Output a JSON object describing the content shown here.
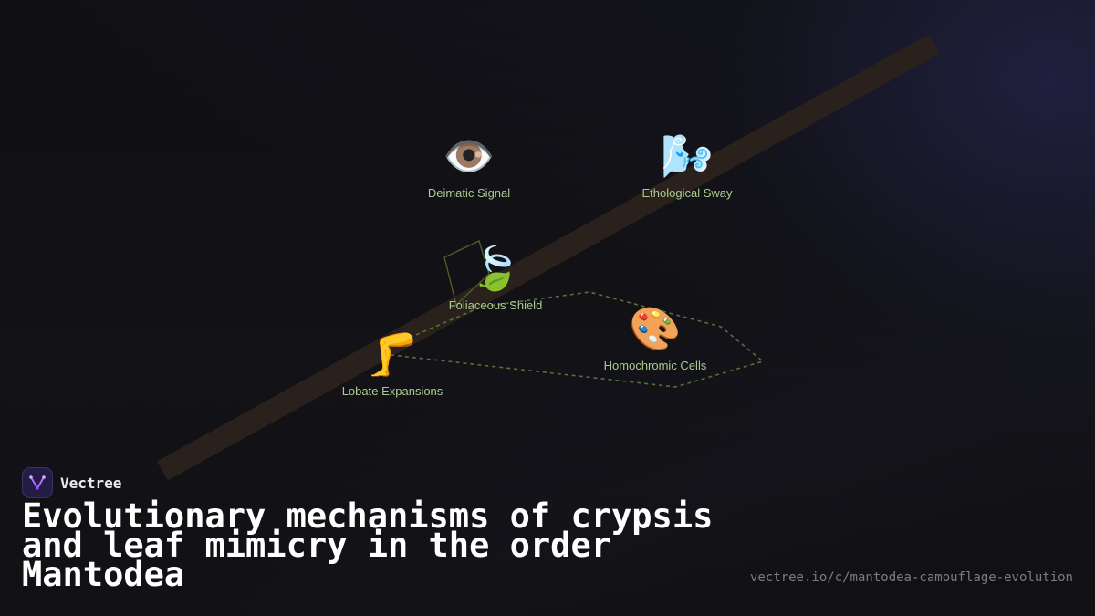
{
  "brand": {
    "name": "Vectree",
    "logo_icon": "vectree-logo-icon"
  },
  "title": "Evolutionary mechanisms of crypsis and leaf mimicry in the order Mantodea",
  "url": "vectree.io/c/mantodea-camouflage-evolution",
  "colors": {
    "label": "#a9cd8e",
    "connector": "#5d7a3c",
    "branch": "#2a211d",
    "background": "#111115",
    "title": "#ffffff",
    "url": "#7b7b85"
  },
  "nodes": [
    {
      "id": "deimatic-signal",
      "label": "Deimatic Signal",
      "emoji": "👁️",
      "icon": "eye-icon"
    },
    {
      "id": "ethological-sway",
      "label": "Ethological Sway",
      "emoji": "🌬️",
      "icon": "wind-face-icon"
    },
    {
      "id": "foliaceous-shield",
      "label": "Foliaceous Shield",
      "emoji": "🍃",
      "icon": "fluttering-leaf-icon"
    },
    {
      "id": "homochromic-cells",
      "label": "Homochromic Cells",
      "emoji": "🎨",
      "icon": "palette-icon"
    },
    {
      "id": "lobate-expansions",
      "label": "Lobate Expansions",
      "emoji": "🦵",
      "icon": "leg-icon"
    }
  ]
}
